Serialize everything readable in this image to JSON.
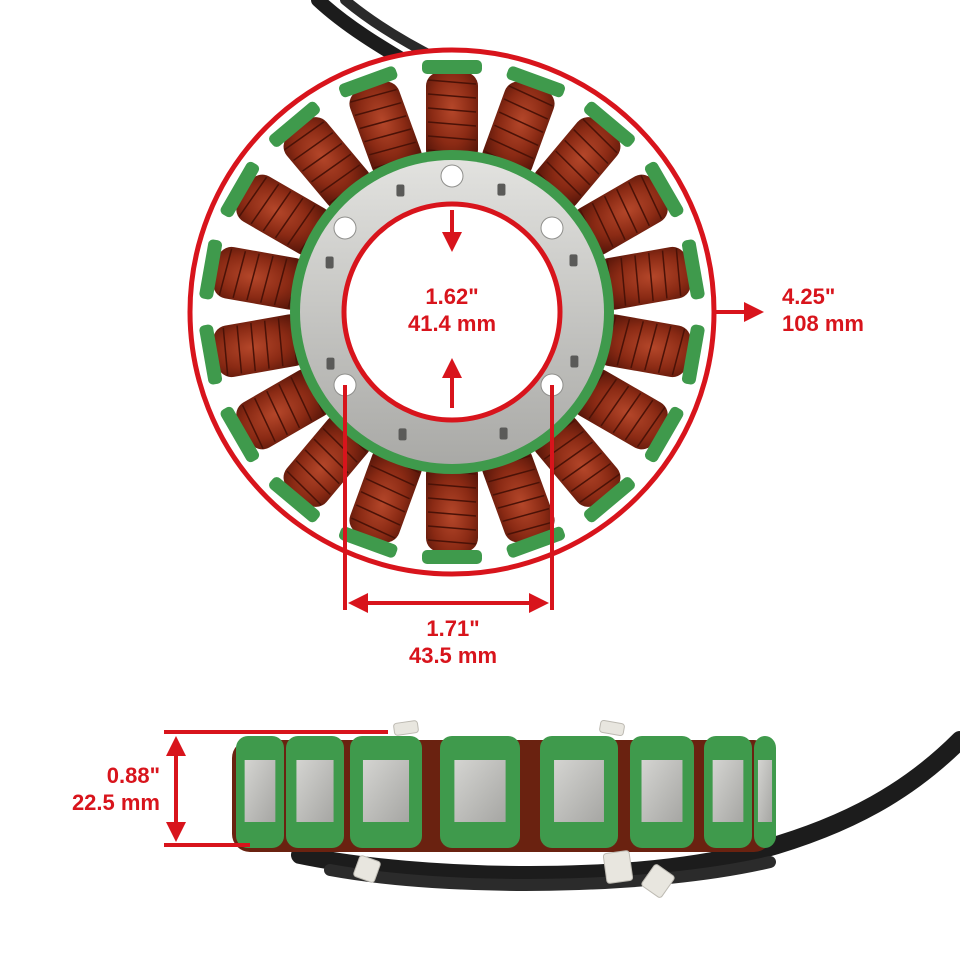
{
  "product": {
    "name": "stator",
    "view_front": "top view of stator coil ring",
    "view_side": "side profile of stator"
  },
  "dimensions": {
    "inner_diameter": {
      "inch": "1.62\"",
      "mm": "41.4 mm"
    },
    "outer_diameter": {
      "inch": "4.25\"",
      "mm": "108 mm"
    },
    "bolt_spacing": {
      "inch": "1.71\"",
      "mm": "43.5 mm"
    },
    "thickness": {
      "inch": "0.88\"",
      "mm": "22.5 mm"
    }
  },
  "colors": {
    "dimension_red": "#d8141c",
    "copper": "#8a2a14",
    "insulator_green": "#3f9a4c",
    "steel": "#b9b9b6",
    "cable": "#1c1c1c",
    "zip_tie": "#e8e6df"
  }
}
